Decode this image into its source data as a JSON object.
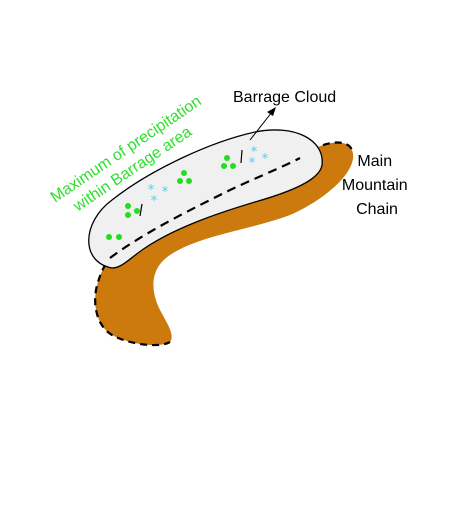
{
  "labels": {
    "barrage_cloud": "Barrage Cloud",
    "main_mountain_chain": [
      "Main",
      "Mountain",
      "Chain"
    ],
    "precipitation_max": [
      "Maximum of precipitation",
      "within Barrage area"
    ]
  },
  "colors": {
    "mountain": "#cc7a0d",
    "cloud_fill": "#f0f0f0",
    "cloud_stroke": "#000000",
    "rain_dots": "#22dd22",
    "snow_stars": "#55ccee",
    "label_green": "#2ee02e",
    "label_black": "#000000"
  },
  "icons": {
    "rain": "green-dot",
    "snow": "light-blue-asterisk"
  }
}
